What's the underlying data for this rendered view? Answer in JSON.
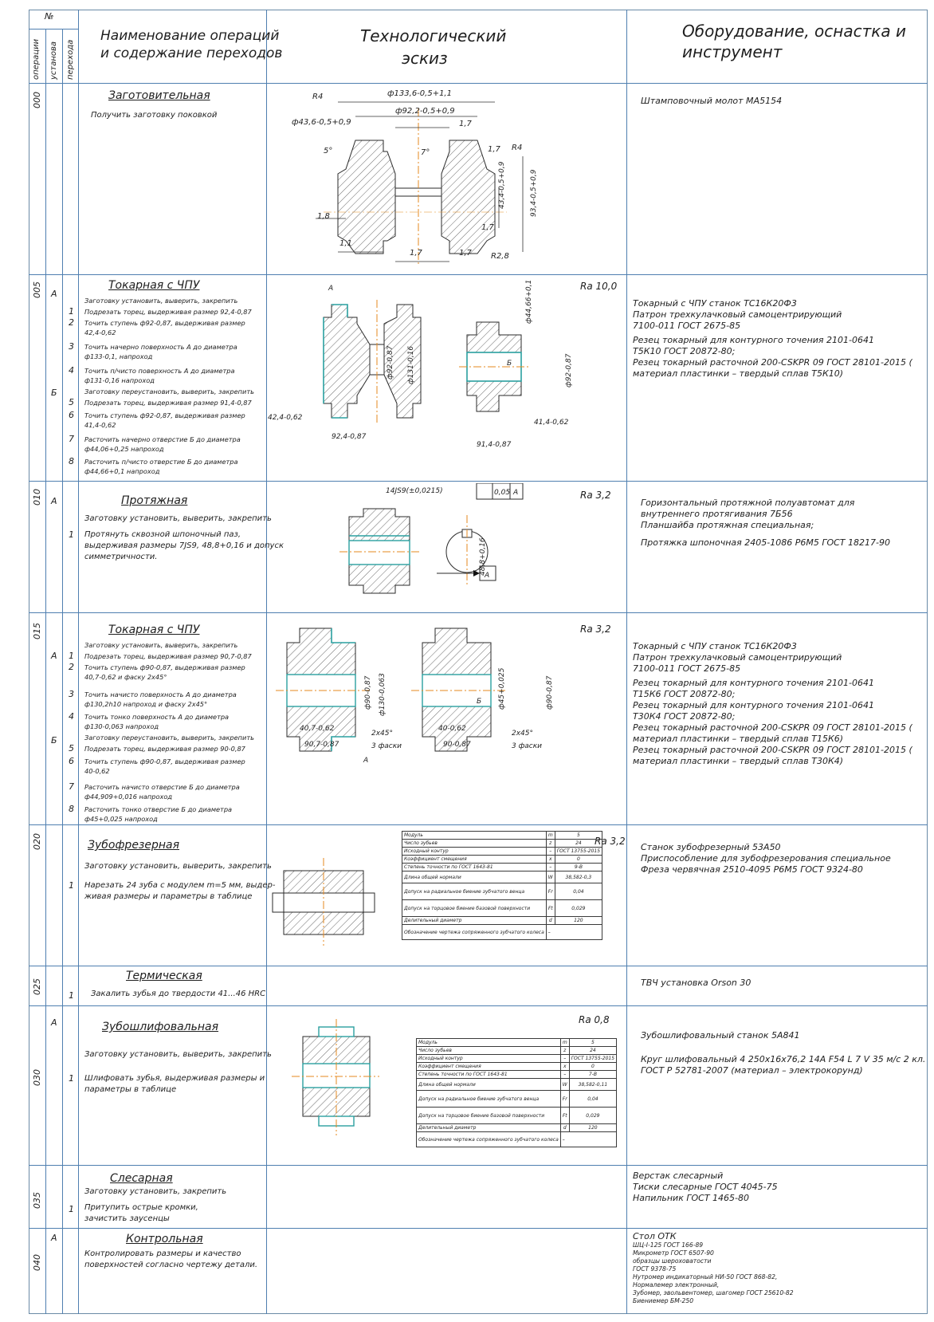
{
  "header": {
    "num_label": "№",
    "col_operation": "операции",
    "col_setup": "установа",
    "col_transition": "перехода",
    "col_name": "Наименование операций\nи содержание переходов",
    "col_sketch_1": "Технологический",
    "col_sketch_2": "эскиз",
    "col_equip_1": "Оборудование, оснастка и",
    "col_equip_2": "инструмент"
  },
  "ops": [
    {
      "num": "000",
      "name": "Заготовительная",
      "lines": [
        "Получить заготовку поковкой"
      ],
      "equip": [
        "Штамповочный молот МА5154"
      ],
      "dims": {
        "d1": "ф133,6-0,5+1,1",
        "d2": "ф92,2-0,5+0,9",
        "d3": "ф43,6-0,5+0,9",
        "d4": "43,4-0,5+0,9",
        "d5": "93,4-0,5+0,9",
        "r4a": "R4",
        "r4b": "R4",
        "r28": "R2,8",
        "t1": "1,7",
        "t2": "1,7",
        "t3": "1,7",
        "t4": "1,7",
        "t5": "1,7",
        "t6": "1,1",
        "t7": "1,8",
        "ang1": "5°",
        "ang2": "7°"
      }
    },
    {
      "num": "005",
      "setupA": "А",
      "setupB": "Б",
      "name": "Токарная с ЧПУ",
      "ra": "Ra 10,0",
      "transitions": [
        {
          "n": "",
          "lines": [
            "Заготовку установить, выверить, закрепить"
          ]
        },
        {
          "n": "1",
          "lines": [
            "Подрезать торец, выдерживая размер 92,4-0,87"
          ]
        },
        {
          "n": "2",
          "lines": [
            "Точить ступень ф92-0,87, выдерживая размер",
            "42,4-0,62"
          ]
        },
        {
          "n": "3",
          "lines": [
            "Точить начерно поверхность А до диаметра",
            "ф133-0,1, напроход"
          ]
        },
        {
          "n": "4",
          "lines": [
            "Точить п/чисто поверхность А до диаметра",
            "ф131-0,16 напроход"
          ]
        },
        {
          "n": "",
          "lines": [
            "Заготовку переустановить, выверить, закрепить"
          ]
        },
        {
          "n": "5",
          "lines": [
            "Подрезать торец, выдерживая размер 91,4-0,87"
          ]
        },
        {
          "n": "6",
          "lines": [
            "Точить ступень ф92-0,87, выдерживая размер",
            "41,4-0,62"
          ]
        },
        {
          "n": "7",
          "lines": [
            "Расточить начерно отверстие Б до диаметра",
            "ф44,06+0,25 напроход"
          ]
        },
        {
          "n": "8",
          "lines": [
            "Расточить п/чисто отверстие Б до диаметра",
            "ф44,66+0,1 напроход"
          ]
        }
      ],
      "equip": [
        "Токарный с ЧПУ станок ТС16К20Ф3",
        "Патрон трехкулачковый самоцентрирующий",
        "7100-011 ГОСТ 2675-85",
        "Резец токарный для контурного точения 2101-0641",
        "Т5К10 ГОСТ 20872-80;",
        "Резец токарный расточной 200-CSKPR 09 ГОСТ 28101-2015 (",
        "материал пластинки – твердый сплав Т5К10)"
      ],
      "dims": {
        "a": "42,4-0,62",
        "b": "92,4-0,87",
        "c": "ф92-0,87",
        "d": "ф131-0,16",
        "e": "ф44,66+0,1",
        "f": "ф92-0,87",
        "g": "41,4-0,62",
        "h": "91,4-0,87",
        "A": "А",
        "B": "Б"
      }
    },
    {
      "num": "010",
      "setupA": "А",
      "name": "Протяжная",
      "ra": "Ra 3,2",
      "lines": [
        "Заготовку установить, выверить, закрепить",
        "Протянуть сквозной шпоночный паз,",
        "выдерживая размеры 7JS9, 48,8+0,16 и допуск",
        "симметричности."
      ],
      "tn": "1",
      "equip": [
        "Горизонтальный протяжной полуавтомат для",
        "внутреннего протягивания 7Б56",
        "Планшайба протяжная специальная;",
        "Протяжка шпоночная 2405-1086 Р6М5 ГОСТ 18217-90"
      ],
      "dims": {
        "key": "14JS9(±0,0215)",
        "tol": "0,05",
        "base": "А",
        "h": "48,8+0,16",
        "base2": "А"
      }
    },
    {
      "num": "015",
      "setupA": "А",
      "setupB": "Б",
      "name": "Токарная с ЧПУ",
      "ra": "Ra 3,2",
      "transitions": [
        {
          "n": "",
          "lines": [
            "Заготовку установить, выверить, закрепить"
          ]
        },
        {
          "n": "1",
          "lines": [
            "Подрезать торец, выдерживая размер 90,7-0,87"
          ]
        },
        {
          "n": "2",
          "lines": [
            "Точить ступень ф90-0,87, выдерживая размер",
            "40,7-0,62 и фаску 2х45°"
          ]
        },
        {
          "n": "3",
          "lines": [
            "Точить начисто поверхность А до диаметра",
            "ф130,2h10 напроход и фаску 2х45°"
          ]
        },
        {
          "n": "4",
          "lines": [
            "Точить тонко поверхность А до диаметра",
            "ф130-0,063 напроход"
          ]
        },
        {
          "n": "",
          "lines": [
            "Заготовку переустановить, выверить, закрепить"
          ]
        },
        {
          "n": "5",
          "lines": [
            "Подрезать торец, выдерживая размер 90-0,87"
          ]
        },
        {
          "n": "6",
          "lines": [
            "Точить ступень ф90-0,87, выдерживая размер",
            "40-0,62"
          ]
        },
        {
          "n": "7",
          "lines": [
            "Расточить начисто отверстие Б до диаметра",
            "ф44,909+0,016 напроход"
          ]
        },
        {
          "n": "8",
          "lines": [
            "Расточить тонко отверстие Б до диаметра",
            "ф45+0,025 напроход"
          ]
        }
      ],
      "equip": [
        "Токарный с ЧПУ станок ТС16К20Ф3",
        "Патрон трехкулачковый самоцентрирующий",
        "7100-011 ГОСТ 2675-85",
        "Резец токарный для контурного точения 2101-0641",
        "Т15К6 ГОСТ 20872-80;",
        "Резец токарный для контурного точения 2101-0641",
        "Т30К4 ГОСТ 20872-80;",
        "Резец токарный расточной 200-CSKPR 09 ГОСТ 28101-2015 (",
        "материал пластинки – твердый сплав Т15К6)",
        "Резец токарный расточной 200-CSKPR 09 ГОСТ 28101-2015 (",
        "материал пластинки – твердый сплав Т30К4)"
      ],
      "dims": {
        "a": "40,7-0,62",
        "b": "90,7-0,87",
        "c": "2х45°",
        "d": "3 фаски",
        "e": "ф90-0,87",
        "f": "ф130-0,063",
        "g": "40-0,62",
        "h": "90-0,87",
        "i": "2х45°",
        "j": "3 фаски",
        "k": "ф45+0,025",
        "l": "ф90-0,87",
        "A": "А",
        "B": "Б"
      }
    },
    {
      "num": "020",
      "name": "Зубофрезерная",
      "ra": "Ra 3,2",
      "lines": [
        "Заготовку установить, выверить, закрепить",
        "Нарезать 24 зуба с модулем m=5 мм, выдер-",
        "живая размеры и параметры в таблице"
      ],
      "tn": "1",
      "equip": [
        "Станок зубофрезерный 53А50",
        "Приспособление для зубофрезерования специальное",
        "Фреза червячная 2510-4095 Р6М5 ГОСТ 9324-80"
      ],
      "table": [
        [
          "Модуль",
          "m",
          "5"
        ],
        [
          "Число зубьев",
          "z",
          "24"
        ],
        [
          "Исходный контур",
          "–",
          "ГОСТ 13755-2015"
        ],
        [
          "Коэффициент смещения",
          "x",
          "0"
        ],
        [
          "Степень точности по ГОСТ 1643-81",
          "–",
          "9-В"
        ],
        [
          "Длина общей нормали",
          "W",
          "38,582-0,3"
        ],
        [
          "Допуск на радиальное биение зубчатого венца",
          "Fr",
          "0,04"
        ],
        [
          "Допуск на торцовое биение базовой поверхности",
          "Ft",
          "0,029"
        ],
        [
          "Делительный диаметр",
          "d",
          "120"
        ],
        [
          "Обозначение чертежа сопряженного зубчатого колеса",
          "",
          "–"
        ]
      ]
    },
    {
      "num": "025",
      "name": "Термическая",
      "lines": [
        "Закалить зубья до твердости 41...46 HRC"
      ],
      "tn": "1",
      "equip": [
        "ТВЧ установка Orson 30"
      ]
    },
    {
      "num": "030",
      "setupA": "А",
      "name": "Зубошлифовальная",
      "ra": "Ra 0,8",
      "lines": [
        "Заготовку установить, выверить, закрепить",
        "Шлифовать зубья, выдерживая размеры и",
        "параметры в таблице"
      ],
      "tn": "1",
      "equip": [
        "Зубошлифовальный станок 5А841",
        "Круг шлифовальный 4 250х16х76,2 14А F54 L 7 V 35 м/с 2 кл.",
        "ГОСТ Р 52781-2007 (материал – электрокорунд)"
      ],
      "table": [
        [
          "Модуль",
          "m",
          "5"
        ],
        [
          "Число зубьев",
          "z",
          "24"
        ],
        [
          "Исходный контур",
          "–",
          "ГОСТ 13755-2015"
        ],
        [
          "Коэффициент смещения",
          "x",
          "0"
        ],
        [
          "Степень точности по ГОСТ 1643-81",
          "–",
          "7-В"
        ],
        [
          "Длина общей нормали",
          "W",
          "38,582-0,11"
        ],
        [
          "Допуск на радиальное биение зубчатого венца",
          "Fr",
          "0,04"
        ],
        [
          "Допуск на торцовое биение базовой поверхности",
          "Ft",
          "0,029"
        ],
        [
          "Делительный диаметр",
          "d",
          "120"
        ],
        [
          "Обозначение чертежа сопряженного зубчатого колеса",
          "",
          "–"
        ]
      ]
    },
    {
      "num": "035",
      "name": "Слесарная",
      "lines": [
        "Заготовку установить, закрепить",
        "Притупить острые кромки,",
        "зачистить заусенцы"
      ],
      "tn": "1",
      "equip": [
        "Верстак слесарный",
        "Тиски слесарные ГОСТ 4045-75",
        "Напильник ГОСТ 1465-80"
      ]
    },
    {
      "num": "040",
      "setupA": "А",
      "name": "Контрольная",
      "lines": [
        "Контролировать размеры и качество",
        "поверхностей согласно чертежу детали."
      ],
      "equip": [
        "Стол ОТК",
        "ШЦ-I-125 ГОСТ 166-89",
        "Микрометр ГОСТ 6507-90",
        "образцы шероховатости",
        "ГОСТ 9378-75",
        "Нутромер индикаторный НИ-50 ГОСТ 868-82,",
        "Нормалемер электронный,",
        "Зубомер, эвольвентомер, шагомер ГОСТ 25610-82",
        "Биениемер БМ-250"
      ]
    }
  ]
}
